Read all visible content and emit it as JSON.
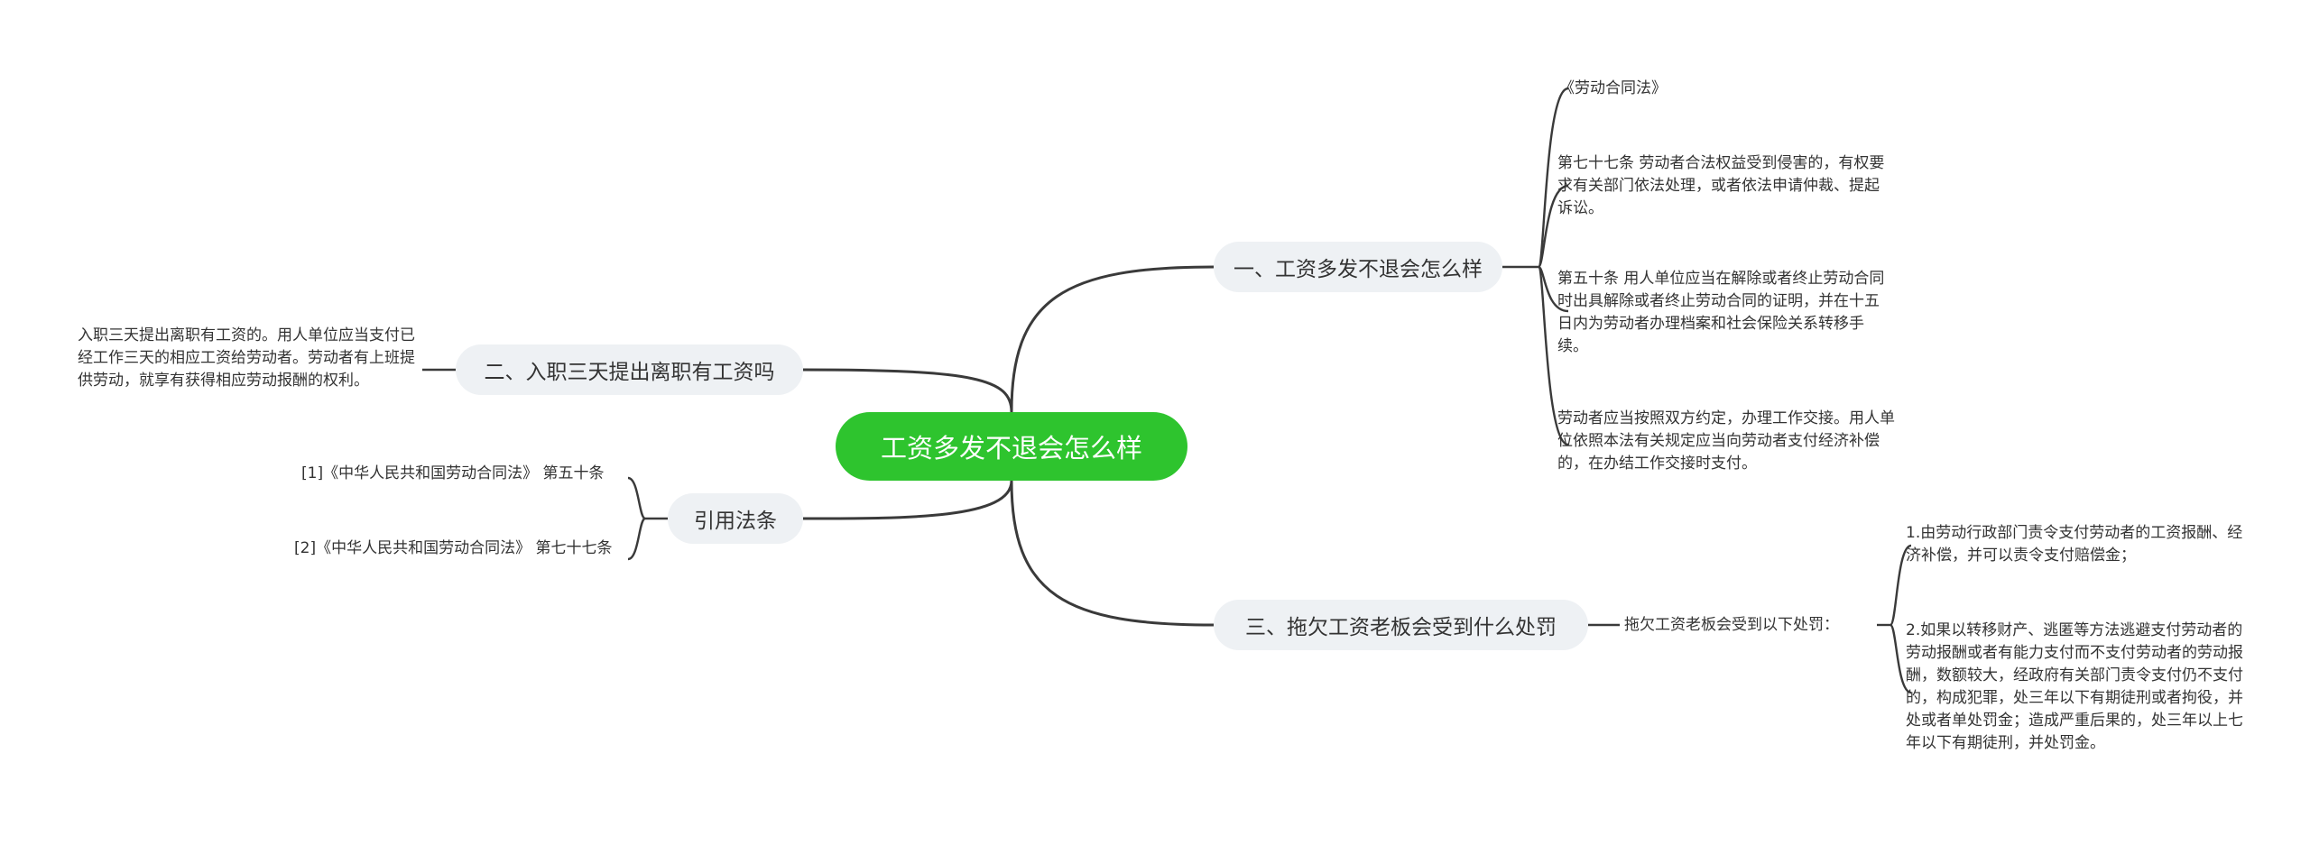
{
  "root": {
    "label": "工资多发不退会怎么样"
  },
  "branches": [
    {
      "label": "一、工资多发不退会怎么样",
      "children": [
        "《劳动合同法》",
        "第七十七条 劳动者合法权益受到侵害的，有权要求有关部门依法处理，或者依法申请仲裁、提起诉讼。",
        "第五十条 用人单位应当在解除或者终止劳动合同时出具解除或者终止劳动合同的证明，并在十五日内为劳动者办理档案和社会保险关系转移手续。",
        "劳动者应当按照双方约定，办理工作交接。用人单位依照本法有关规定应当向劳动者支付经济补偿的，在办结工作交接时支付。"
      ]
    },
    {
      "label": "二、入职三天提出离职有工资吗",
      "children": [
        "入职三天提出离职有工资的。用人单位应当支付已经工作三天的相应工资给劳动者。劳动者有上班提供劳动，就享有获得相应劳动报酬的权利。"
      ]
    },
    {
      "label": "引用法条",
      "children": [
        "[1]《中华人民共和国劳动合同法》 第五十条",
        "[2]《中华人民共和国劳动合同法》 第七十七条"
      ]
    },
    {
      "label": "三、拖欠工资老板会受到什么处罚",
      "children": [
        "拖欠工资老板会受到以下处罚："
      ],
      "grandchildren": [
        "1.由劳动行政部门责令支付劳动者的工资报酬、经济补偿，并可以责令支付赔偿金；",
        "2.如果以转移财产、逃匿等方法逃避支付劳动者的劳动报酬或者有能力支付而不支付劳动者的劳动报酬，数额较大，经政府有关部门责令支付仍不支付的，构成犯罪，处三年以下有期徒刑或者拘役，并处或者单处罚金；造成严重后果的，处三年以上七年以下有期徒刑，并处罚金。"
      ]
    }
  ],
  "colors": {
    "root_bg": "#2ec42e",
    "branch_bg": "#eef1f4",
    "line": "#3a3a3a"
  }
}
